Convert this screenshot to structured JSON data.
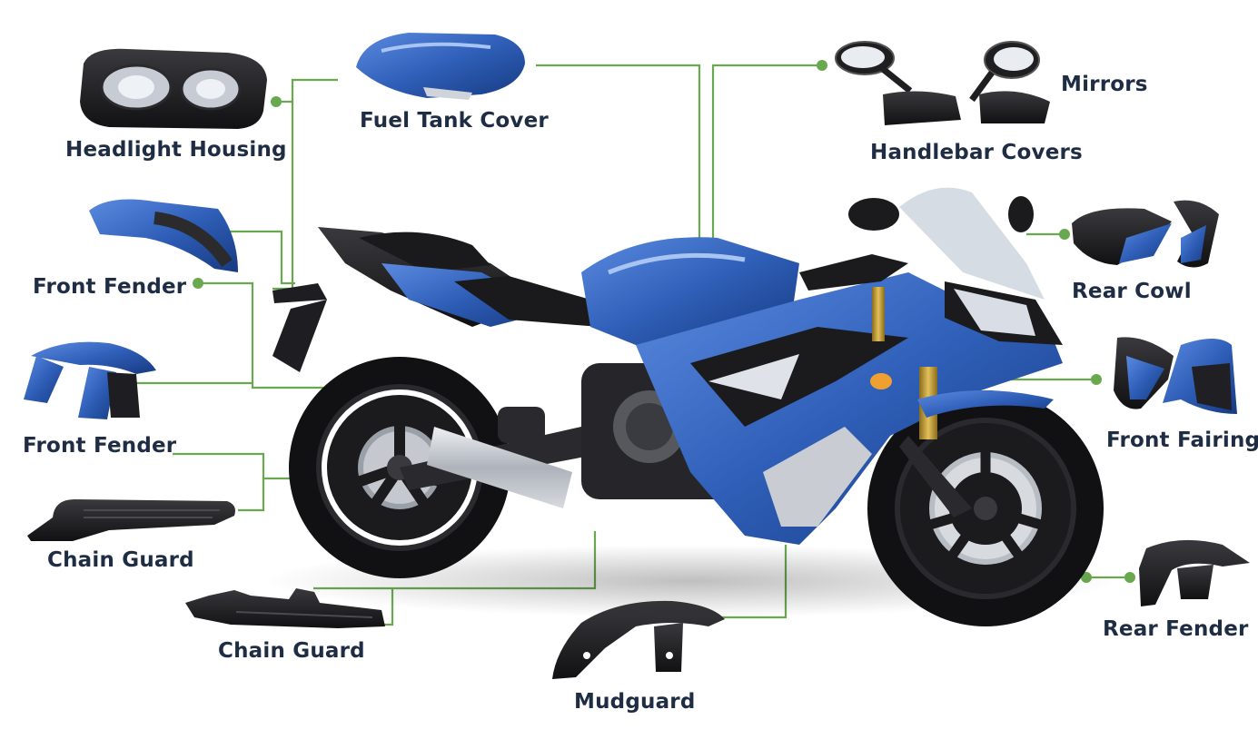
{
  "colors": {
    "label_text": "#1f2d44",
    "connector": "#6aa84f",
    "bike_blue": "#2f5fb8",
    "bike_blue_dark": "#173a82",
    "bike_black": "#1c1c1e",
    "fork_gold": "#c7a23a",
    "chrome": "#b9bec6"
  },
  "parts": [
    {
      "id": "headlight",
      "label": "Headlight Housing",
      "icon": "headlight-icon"
    },
    {
      "id": "fuel-tank",
      "label": "Fuel Tank Cover",
      "icon": "fuel-tank-cover-icon"
    },
    {
      "id": "mirrors",
      "label": "Mirrors",
      "icon": "mirror-icon"
    },
    {
      "id": "handlebar",
      "label": "Handlebar Covers",
      "icon": "handlebar-cover-icon"
    },
    {
      "id": "front-fender-1",
      "label": "Front Fender",
      "icon": "tail-section-icon"
    },
    {
      "id": "rear-cowl",
      "label": "Rear Cowl",
      "icon": "rear-cowl-icon"
    },
    {
      "id": "front-fender-2",
      "label": "Front Fender",
      "icon": "front-fender-icon"
    },
    {
      "id": "front-fairings",
      "label": "Front Fairings",
      "icon": "front-fairing-icon"
    },
    {
      "id": "chain-guard-1",
      "label": "Chain Guard",
      "icon": "chain-guard-icon"
    },
    {
      "id": "chain-guard-2",
      "label": "Chain Guard",
      "icon": "chain-guard-icon"
    },
    {
      "id": "mudguard",
      "label": "Mudguard",
      "icon": "mudguard-icon"
    },
    {
      "id": "rear-fender",
      "label": "Rear Fender",
      "icon": "rear-fender-icon"
    }
  ]
}
